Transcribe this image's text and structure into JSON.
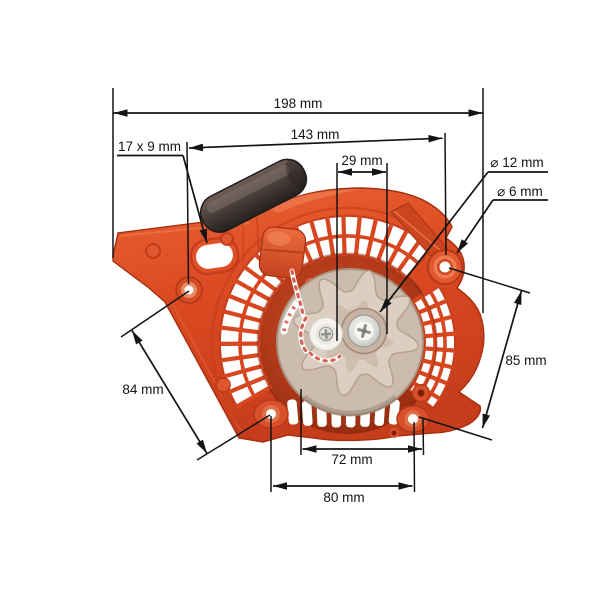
{
  "diagram": {
    "subject": "chainsaw recoil starter cover with pull handle",
    "background": "#ffffff",
    "dimension_color": "#141414",
    "part_colors": {
      "housing": "#d94a22",
      "housing_shadow": "#a93112",
      "handle": "#3a3130",
      "pulley": "#d9cbbe",
      "vents": "#ffffff",
      "hardware": "#d6d5d1"
    },
    "dims": {
      "total_width": "198 mm",
      "inner_width": "143 mm",
      "screw_span": "29 mm",
      "slot_size": "17 x 9 mm",
      "big_hole": "⌀ 12 mm",
      "small_hole": "⌀ 6 mm",
      "right_height": "85 mm",
      "left_height": "84 mm",
      "bottom_inner": "72 mm",
      "bottom_outer": "80 mm"
    }
  }
}
